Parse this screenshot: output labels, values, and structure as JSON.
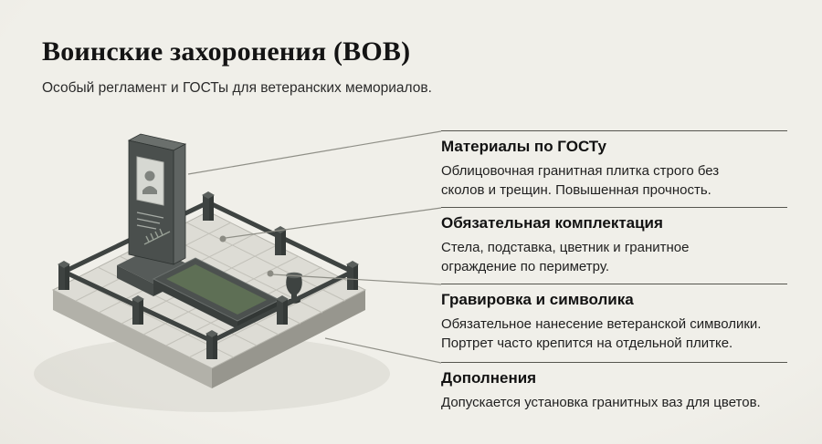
{
  "header": {
    "title": "Воинские захоронения (ВОВ)",
    "subtitle": "Особый регламент и ГОСТы для ветеранских мемориалов."
  },
  "sections": [
    {
      "heading": "Материалы по ГОСТу",
      "body": "Облицовочная гранитная плитка строго без\nсколов и трещин. Повышенная прочность."
    },
    {
      "heading": "Обязательная комплектация",
      "body": "Стела, подставка, цветник и гранитное\nограждение по периметру."
    },
    {
      "heading": "Гравировка и символика",
      "body": "Обязательное нанесение ветеранской символики.\nПортрет часто крепится на отдельной плитке."
    },
    {
      "heading": "Дополнения",
      "body": "Допускается установка гранитных ваз для цветов."
    }
  ],
  "illustration": {
    "description": "Isometric war-veteran memorial: stela with portrait plate on pedestal, green flowerbed (цветник), granite fence posts with rails around tiled platform, granite vase",
    "parts": [
      "tiled-platform",
      "granite-fence",
      "stela",
      "portrait-plate",
      "pedestal",
      "flowerbed",
      "vase",
      "callout-dots",
      "callout-lines"
    ]
  },
  "colors": {
    "background_center": "#f0efe9",
    "background_edge": "#dcd9d0",
    "stone_dark": "#3e4341",
    "stone_mid": "#4a4f4d",
    "platform_top": "#dddcd5",
    "flowerbed_green": "#5e6f55",
    "callout_line": "#8f8f87",
    "rule_line": "#55554e",
    "text": "#1c1c1c"
  }
}
